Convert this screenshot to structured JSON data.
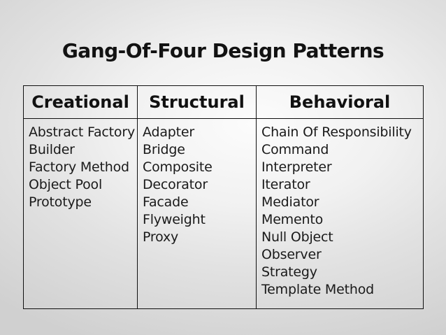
{
  "slide": {
    "title": "Gang-Of-Four Design Patterns",
    "table": {
      "columns": [
        {
          "header": "Creational",
          "items": [
            "Abstract Factory",
            "Builder",
            "Factory Method",
            "Object Pool",
            "Prototype"
          ]
        },
        {
          "header": "Structural",
          "items": [
            "Adapter",
            "Bridge",
            "Composite",
            "Decorator",
            "Facade",
            "Flyweight",
            "Proxy"
          ]
        },
        {
          "header": "Behavioral",
          "items": [
            "Chain Of Responsibility",
            "Command",
            "Interpreter",
            "Iterator",
            "Mediator",
            "Memento",
            "Null Object",
            "Observer",
            "Strategy",
            "Template Method"
          ]
        }
      ]
    },
    "colors": {
      "text": "#1a1a1a",
      "border": "#101010",
      "background_center": "#fcfcfc",
      "background_edge": "#d0d0d0"
    }
  }
}
